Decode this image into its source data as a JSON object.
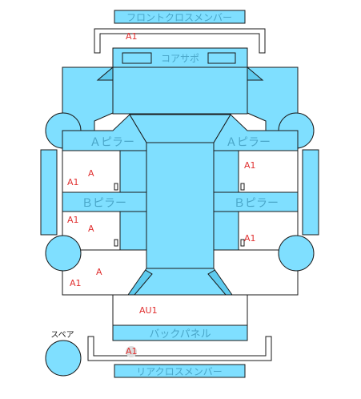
{
  "colors": {
    "panel": "#7fdfff",
    "panel_dark": "#5fcbef",
    "stroke": "#1a1a1a",
    "label": "#4aa6c8",
    "mark": "#e03030"
  },
  "parts": {
    "front_cross_member": "フロントクロスメンバー",
    "core_support": "コアサポ",
    "a_pillar_left": "Ａピラー",
    "a_pillar_right": "Ａピラー",
    "b_pillar_left": "Ｂピラー",
    "b_pillar_right": "Ｂピラー",
    "back_panel": "バックパネル",
    "rear_cross_member": "リアクロスメンバー",
    "spare": "スペア"
  },
  "marks": {
    "front_cross": "A1",
    "left_front_door_a": "A",
    "left_front_door_a1": "A1",
    "left_rear_door_a1": "A1",
    "left_rear_door_a": "A",
    "left_rear_quarter_a1": "A1",
    "left_rear_quarter_a": "A",
    "right_front_door_a1": "A1",
    "right_rear_door_a1": "A1",
    "trunk_floor": "AU1",
    "rear_cross": "A1"
  }
}
